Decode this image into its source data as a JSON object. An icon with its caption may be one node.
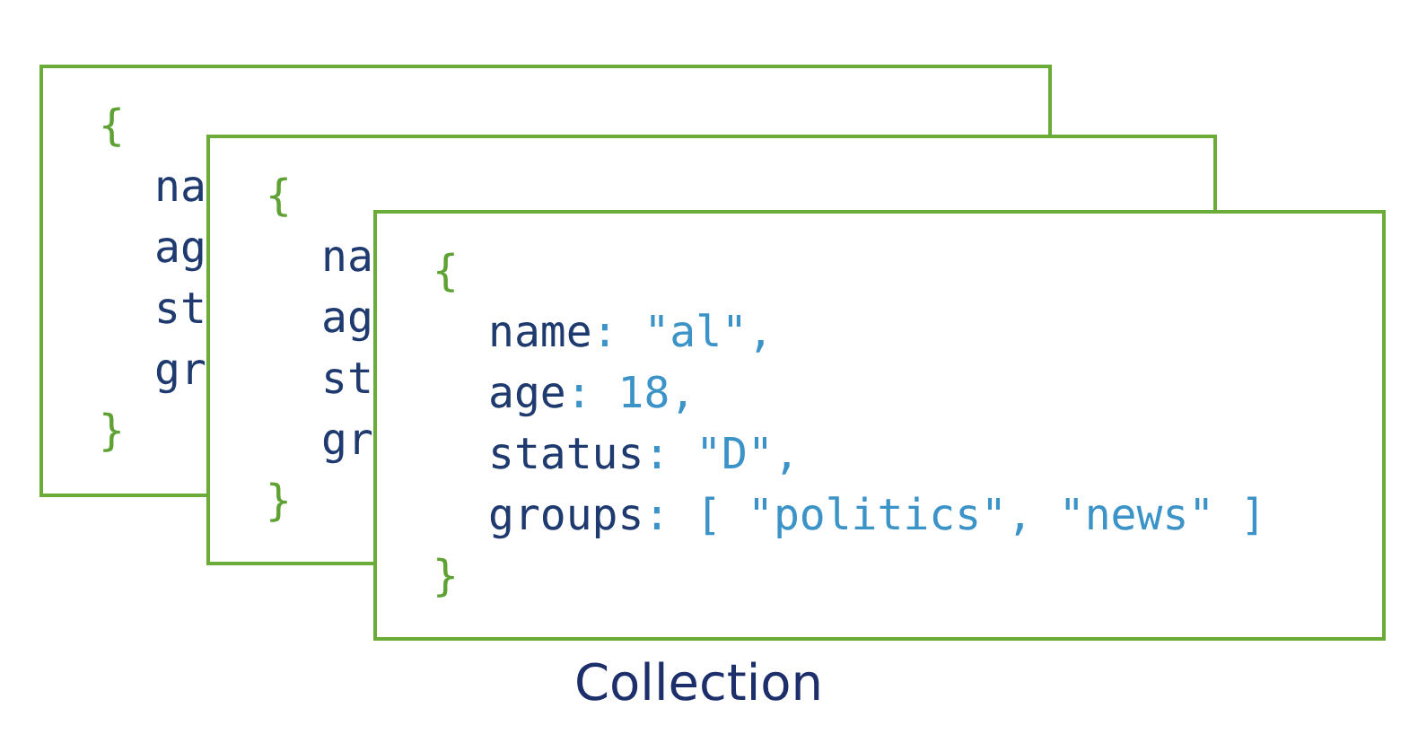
{
  "diagram": {
    "nodes": [
      {
        "text": [
          "{",
          "na",
          "ag",
          "st",
          "gr",
          "}"
        ]
      },
      {
        "text": [
          "{",
          "na",
          "ag",
          "st",
          "gr",
          "}"
        ]
      },
      {
        "text": [
          "{",
          "name: \"al\",",
          "age: 18,",
          "status: \"D\",",
          "groups: [ \"politics\", \"news\" ]",
          "}"
        ]
      }
    ],
    "labels": [
      "Collection"
    ]
  }
}
